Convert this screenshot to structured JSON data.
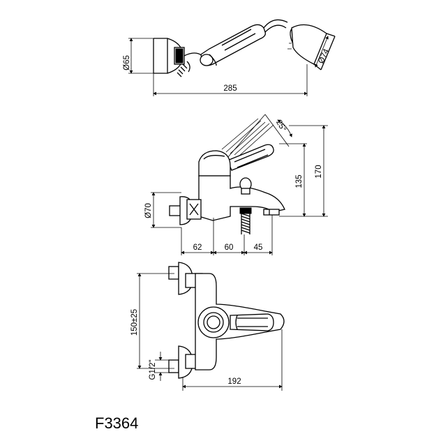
{
  "model_code": "F3364",
  "top_view": {
    "dim_diameter_holder": "Ø65",
    "dim_diameter_head": "Ø74",
    "dim_length": "285"
  },
  "side_view": {
    "dim_angle": "25°",
    "dim_height_135": "135",
    "dim_height_170": "170",
    "dim_diameter_flange": "Ø70",
    "dim_62": "62",
    "dim_60": "60",
    "dim_45": "45"
  },
  "plan_view": {
    "dim_center": "150±25",
    "dim_thread": "G1/2\"",
    "dim_192": "192"
  }
}
